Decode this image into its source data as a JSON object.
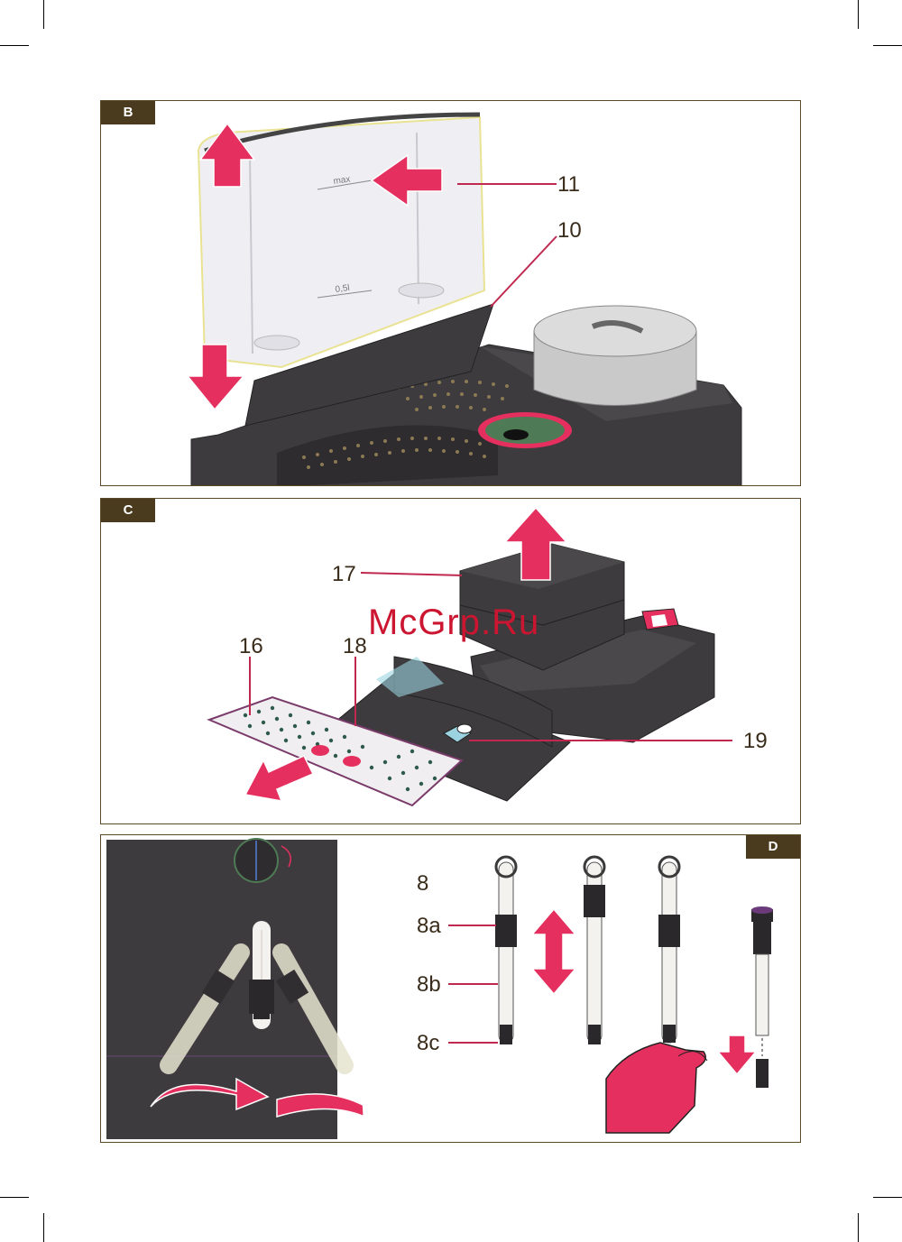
{
  "panels": {
    "b": {
      "tag": "B",
      "labels": {
        "l11": "11",
        "l10": "10"
      },
      "tank_text": {
        "max": "max",
        "half": "0,5l"
      }
    },
    "c": {
      "tag": "C",
      "labels": {
        "l17": "17",
        "l16": "16",
        "l18": "18",
        "l19": "19"
      }
    },
    "d": {
      "tag": "D",
      "labels": {
        "l8": "8",
        "l8a": "8a",
        "l8b": "8b",
        "l8c": "8c"
      }
    }
  },
  "watermark": "McGrp.Ru",
  "colors": {
    "accent": "#e5305f",
    "frame": "#5a4a2a",
    "dark": "#3d3b3e"
  }
}
